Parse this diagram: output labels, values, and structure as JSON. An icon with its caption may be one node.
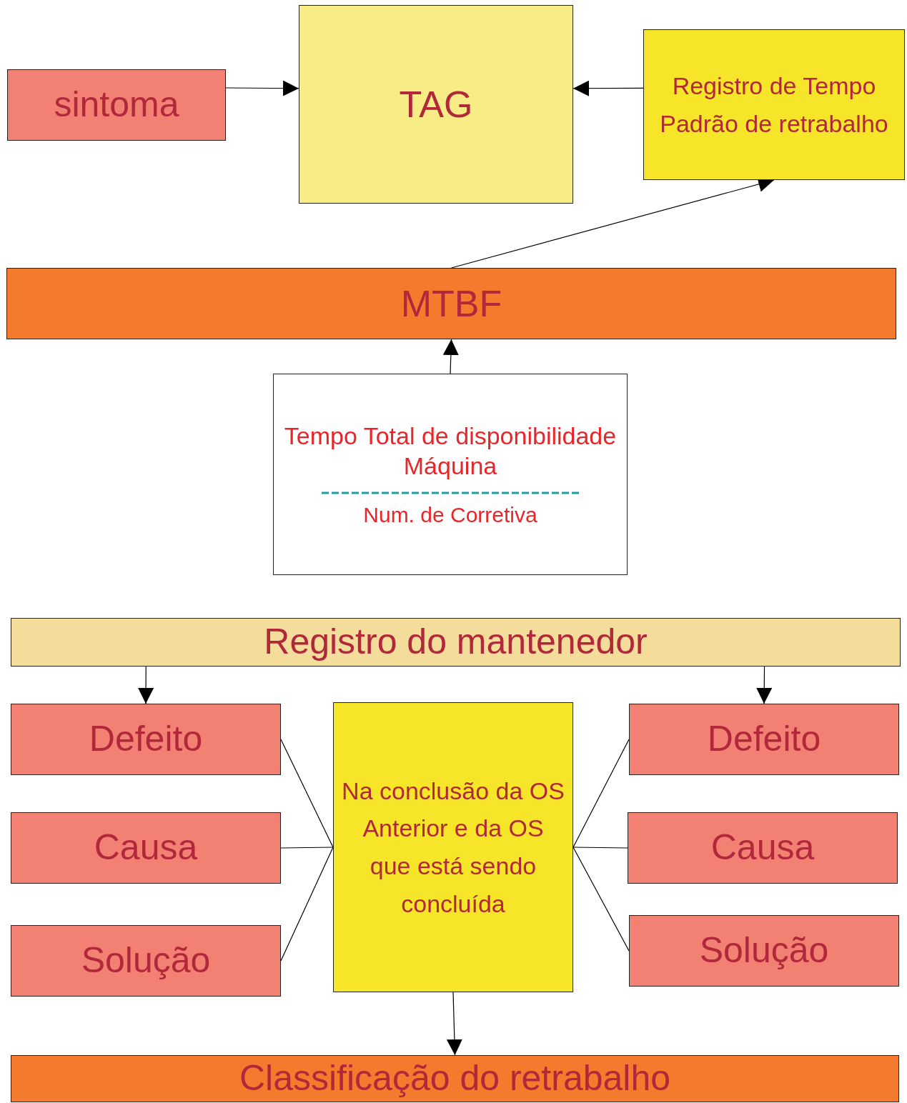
{
  "diagram": {
    "nodes": [
      {
        "text": [
          "sintoma"
        ]
      },
      {
        "text": [
          "TAG"
        ]
      },
      {
        "text": [
          "Registro de Tempo Padrão de retrabalho"
        ]
      },
      {
        "text": [
          "MTBF"
        ]
      },
      {
        "text": [
          "Tempo Total de disponibilidade Máquina",
          "Num. de Corretiva"
        ]
      },
      {
        "text": [
          "Registro do mantenedor"
        ]
      },
      {
        "text": [
          "Defeito"
        ]
      },
      {
        "text": [
          "Causa"
        ]
      },
      {
        "text": [
          "Solução"
        ]
      },
      {
        "text": [
          "Na conclusão da OS Anterior e da OS que está sendo concluída"
        ]
      },
      {
        "text": [
          "Defeito"
        ]
      },
      {
        "text": [
          "Causa"
        ]
      },
      {
        "text": [
          "Solução"
        ]
      },
      {
        "text": [
          "Classificação do retrabalho"
        ]
      }
    ],
    "edges": [
      {
        "from": 0,
        "to": 1,
        "arrow": "to"
      },
      {
        "from": 2,
        "to": 1,
        "arrow": "to"
      },
      {
        "from": 3,
        "to": 2,
        "arrow": "to"
      },
      {
        "from": 4,
        "to": 3,
        "arrow": "to"
      },
      {
        "from": 5,
        "to": 6,
        "arrow": "to"
      },
      {
        "from": 5,
        "to": 10,
        "arrow": "to"
      },
      {
        "from": 6,
        "to": 9,
        "arrow": "none"
      },
      {
        "from": 7,
        "to": 9,
        "arrow": "none"
      },
      {
        "from": 8,
        "to": 9,
        "arrow": "none"
      },
      {
        "from": 9,
        "to": 10,
        "arrow": "none"
      },
      {
        "from": 9,
        "to": 11,
        "arrow": "none"
      },
      {
        "from": 9,
        "to": 12,
        "arrow": "none"
      },
      {
        "from": 9,
        "to": 13,
        "arrow": "to"
      }
    ]
  }
}
